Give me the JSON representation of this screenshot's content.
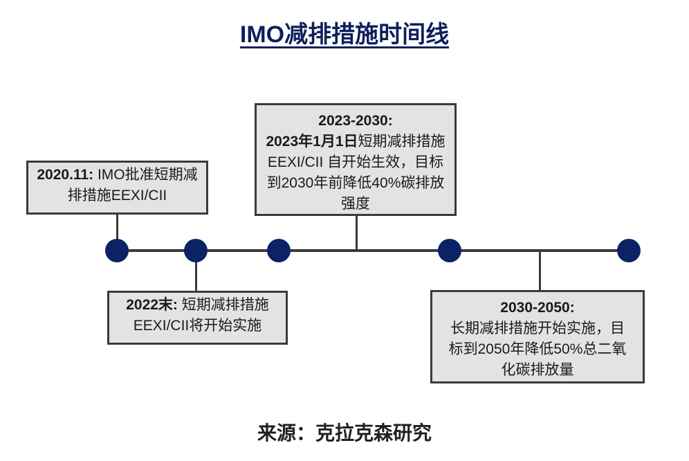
{
  "title": "IMO减排措施时间线",
  "events": [
    {
      "label": "2020.11:",
      "text": "IMO批准短期减排措施EEXI/CII"
    },
    {
      "label": "2022末:",
      "text": "短期减排措施EEXI/CII将开始实施"
    },
    {
      "label": "2023-2030:",
      "sublabel": "2023年1月1日",
      "text": "短期减排措施 EEXI/CII 自开始生效，目标到2030年前降低40%碳排放强度"
    },
    {
      "label": "2030-2050:",
      "text": "长期减排措施开始实施，目标到2050年降低50%总二氧化碳排放量"
    }
  ],
  "source": "来源：克拉克森研究",
  "colors": {
    "title": "#0d1f5c",
    "dot": "#0b2264",
    "box": "#e3e3e3",
    "line": "#3a3a3a"
  }
}
